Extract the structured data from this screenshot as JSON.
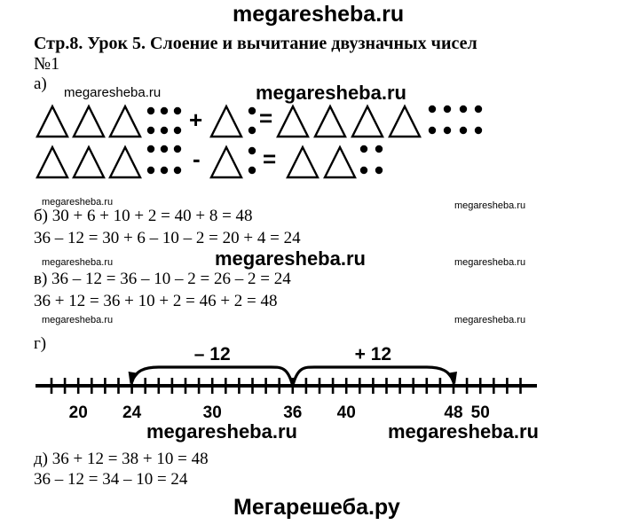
{
  "header": {
    "site": "megaresheba.ru"
  },
  "lesson": {
    "title": "Стр.8. Урок 5. Слоение и вычитание двузначных чисел",
    "number": "№1"
  },
  "part_a": {
    "label": "а)",
    "row1": {
      "left_triangles": 3,
      "left_dots": 6,
      "op": "+",
      "right_triangles": 1,
      "right_dots": 2,
      "eq": "=",
      "result_triangles": 4,
      "result_dots": 8
    },
    "row2": {
      "left_triangles": 3,
      "left_dots": 6,
      "op": "-",
      "right_triangles": 1,
      "right_dots": 2,
      "eq": "=",
      "result_triangles": 2,
      "result_dots": 4
    }
  },
  "part_b": {
    "line1": "б) 30 + 6 + 10 + 2 = 40 + 8 = 48",
    "line2": "36 – 12 = 30 + 6 – 10 – 2 = 20 + 4 = 24"
  },
  "part_v": {
    "line1": "в) 36 – 12 = 36 – 10 – 2 = 26 – 2 = 24",
    "line2": "36 + 12 = 36 + 10 + 2 = 46 + 2 = 48"
  },
  "part_g": {
    "label": "г)",
    "number_line": {
      "start": 18,
      "end": 53,
      "labels": [
        "20",
        "24",
        "30",
        "36",
        "40",
        "48",
        "50"
      ],
      "label_values": [
        20,
        24,
        30,
        36,
        40,
        48,
        50
      ],
      "arcs": [
        {
          "from": 36,
          "to": 24,
          "label": "– 12"
        },
        {
          "from": 36,
          "to": 48,
          "label": "+ 12"
        }
      ]
    }
  },
  "part_d": {
    "line1": "д) 36 + 12 = 38 + 10 = 48",
    "line2": "36 – 12 = 34 – 10 = 24"
  },
  "footer": {
    "site": "Мегарешеба.ру"
  },
  "watermarks": {
    "big": "megaresheba.ru",
    "small": "megaresheba.ru"
  }
}
